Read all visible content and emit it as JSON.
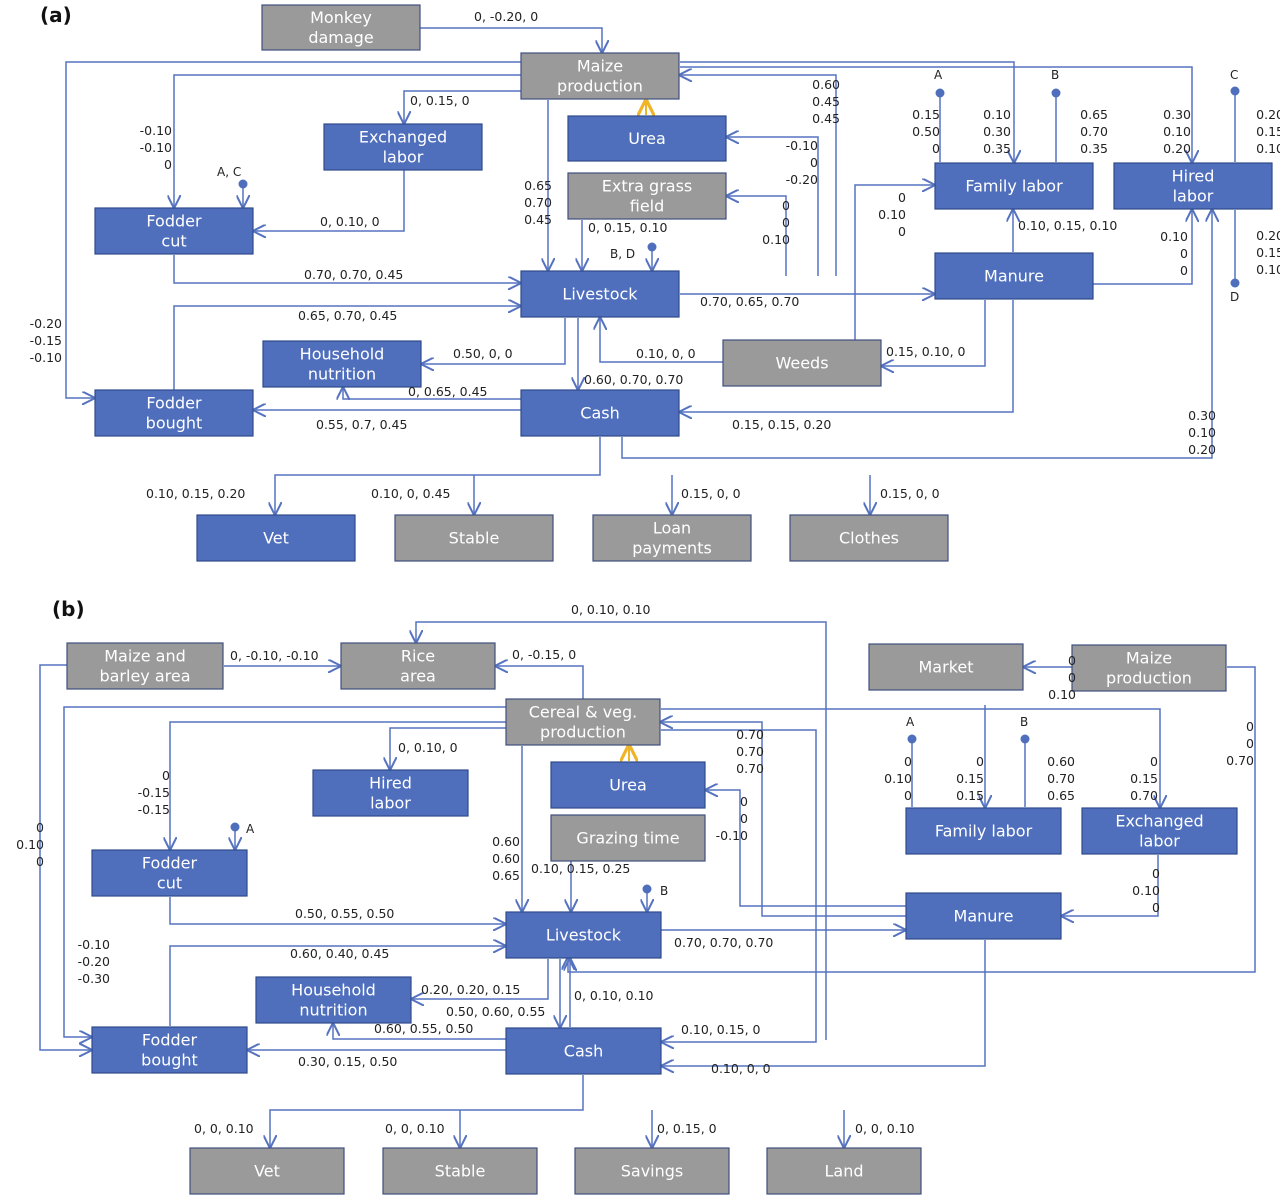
{
  "colors": {
    "blue_node": "#4f6fbd",
    "gray_node": "#9a9a9a",
    "edge": "#5673c0",
    "urea_link": "#f0b429"
  },
  "panels": [
    {
      "id": "a",
      "label": "(a)",
      "nodes": [
        {
          "id": "monkey",
          "label": [
            "Monkey",
            "damage"
          ],
          "color": "gray"
        },
        {
          "id": "maize",
          "label": [
            "Maize",
            "production"
          ],
          "color": "gray"
        },
        {
          "id": "urea",
          "label": [
            "Urea"
          ],
          "color": "blue"
        },
        {
          "id": "grass",
          "label": [
            "Extra grass",
            "field"
          ],
          "color": "gray"
        },
        {
          "id": "exlabor",
          "label": [
            "Exchanged",
            "labor"
          ],
          "color": "blue"
        },
        {
          "id": "foddercut",
          "label": [
            "Fodder",
            "cut"
          ],
          "color": "blue"
        },
        {
          "id": "livestock",
          "label": [
            "Livestock"
          ],
          "color": "blue"
        },
        {
          "id": "family",
          "label": [
            "Family labor"
          ],
          "color": "blue"
        },
        {
          "id": "hired",
          "label": [
            "Hired",
            "labor"
          ],
          "color": "blue"
        },
        {
          "id": "manure",
          "label": [
            "Manure"
          ],
          "color": "blue"
        },
        {
          "id": "hhnut",
          "label": [
            "Household",
            "nutrition"
          ],
          "color": "blue"
        },
        {
          "id": "weeds",
          "label": [
            "Weeds"
          ],
          "color": "gray"
        },
        {
          "id": "fodderbought",
          "label": [
            "Fodder",
            "bought"
          ],
          "color": "blue"
        },
        {
          "id": "cash",
          "label": [
            "Cash"
          ],
          "color": "blue"
        },
        {
          "id": "vet",
          "label": [
            "Vet"
          ],
          "color": "blue"
        },
        {
          "id": "stable",
          "label": [
            "Stable"
          ],
          "color": "gray"
        },
        {
          "id": "loan",
          "label": [
            "Loan",
            "payments"
          ],
          "color": "gray"
        },
        {
          "id": "clothes",
          "label": [
            "Clothes"
          ],
          "color": "gray"
        }
      ],
      "edge_labels": [
        {
          "id": "monkey-maize",
          "text": [
            "0, -0.20, 0"
          ]
        },
        {
          "id": "maize-exlabor",
          "text": [
            "0, 0.15, 0"
          ]
        },
        {
          "id": "maize-foddercut",
          "text": [
            "-0.10",
            "-0.10",
            "0"
          ]
        },
        {
          "id": "exlabor-foddercut",
          "text": [
            "0, 0.10, 0"
          ]
        },
        {
          "id": "maize-livestock",
          "text": [
            "0.65",
            "0.70",
            "0.45"
          ]
        },
        {
          "id": "manure-maize",
          "text": [
            "0.60",
            "0.45",
            "0.45"
          ]
        },
        {
          "id": "manure-urea",
          "text": [
            "-0.10",
            "0",
            "-0.20"
          ]
        },
        {
          "id": "manure-grass",
          "text": [
            "0",
            "0",
            "0.10"
          ]
        },
        {
          "id": "grass-livestock",
          "text": [
            "0, 0.15, 0.10"
          ]
        },
        {
          "id": "weeds-family",
          "text": [
            "0",
            "0.10",
            "0"
          ]
        },
        {
          "id": "A-family",
          "text": [
            "0.15",
            "0.50",
            "0"
          ]
        },
        {
          "id": "maize-family",
          "text": [
            "0.10",
            "0.30",
            "0.35"
          ]
        },
        {
          "id": "B-family",
          "text": [
            "0.65",
            "0.70",
            "0.35"
          ]
        },
        {
          "id": "maize-hired",
          "text": [
            "0.30",
            "0.10",
            "0.20"
          ]
        },
        {
          "id": "C-hired",
          "text": [
            "0.20",
            "0.15",
            "0.10"
          ]
        },
        {
          "id": "manure-family",
          "text": [
            "0.10, 0.15, 0.10"
          ]
        },
        {
          "id": "manure-hired",
          "text": [
            "0.10",
            "0",
            "0"
          ]
        },
        {
          "id": "hired-D",
          "text": [
            "0.20",
            "0.15",
            "0.10"
          ]
        },
        {
          "id": "foddercut-livestock",
          "text": [
            "0.70, 0.70, 0.45"
          ]
        },
        {
          "id": "livestock-manure",
          "text": [
            "0.70, 0.65, 0.70"
          ]
        },
        {
          "id": "fodderbought-livestock",
          "text": [
            "0.65, 0.70, 0.45"
          ]
        },
        {
          "id": "maize-fodderbought",
          "text": [
            "-0.20",
            "-0.15",
            "-0.10"
          ]
        },
        {
          "id": "livestock-hhnut",
          "text": [
            "0.50, 0, 0"
          ]
        },
        {
          "id": "weeds-livestock",
          "text": [
            "0.10, 0, 0"
          ]
        },
        {
          "id": "manure-weeds",
          "text": [
            "0.15, 0.10, 0"
          ]
        },
        {
          "id": "livestock-cash",
          "text": [
            "0.60, 0.70, 0.70"
          ]
        },
        {
          "id": "cash-hhnut",
          "text": [
            "0, 0.65, 0.45"
          ]
        },
        {
          "id": "cash-fodderbought",
          "text": [
            "0.55, 0.7, 0.45"
          ]
        },
        {
          "id": "manure-cash",
          "text": [
            "0.15, 0.15, 0.20"
          ]
        },
        {
          "id": "cash-hired",
          "text": [
            "0.30",
            "0.10",
            "0.20"
          ]
        },
        {
          "id": "cash-vet",
          "text": [
            "0.10, 0.15, 0.20"
          ]
        },
        {
          "id": "cash-stable",
          "text": [
            "0.10, 0, 0.45"
          ]
        },
        {
          "id": "cash-loan",
          "text": [
            "0.15, 0, 0"
          ]
        },
        {
          "id": "cash-clothes",
          "text": [
            "0.15, 0, 0"
          ]
        }
      ],
      "connectors": [
        {
          "id": "A-top",
          "text": "A"
        },
        {
          "id": "B-top",
          "text": "B"
        },
        {
          "id": "C-top",
          "text": "C"
        },
        {
          "id": "D-bottom",
          "text": "D"
        },
        {
          "id": "AC-fodder",
          "text": "A, C"
        },
        {
          "id": "BD-livestock",
          "text": "B, D"
        }
      ]
    },
    {
      "id": "b",
      "label": "(b)",
      "nodes": [
        {
          "id": "maizebarley",
          "label": [
            "Maize and",
            "barley area"
          ],
          "color": "gray"
        },
        {
          "id": "rice",
          "label": [
            "Rice",
            "area"
          ],
          "color": "gray"
        },
        {
          "id": "cereal",
          "label": [
            "Cereal & veg.",
            "production"
          ],
          "color": "gray"
        },
        {
          "id": "market",
          "label": [
            "Market"
          ],
          "color": "gray"
        },
        {
          "id": "maizeprod",
          "label": [
            "Maize",
            "production"
          ],
          "color": "gray"
        },
        {
          "id": "hired",
          "label": [
            "Hired",
            "labor"
          ],
          "color": "blue"
        },
        {
          "id": "urea",
          "label": [
            "Urea"
          ],
          "color": "blue"
        },
        {
          "id": "grazing",
          "label": [
            "Grazing time"
          ],
          "color": "gray"
        },
        {
          "id": "family",
          "label": [
            "Family labor"
          ],
          "color": "blue"
        },
        {
          "id": "exlabor",
          "label": [
            "Exchanged",
            "labor"
          ],
          "color": "blue"
        },
        {
          "id": "foddercut",
          "label": [
            "Fodder",
            "cut"
          ],
          "color": "blue"
        },
        {
          "id": "livestock",
          "label": [
            "Livestock"
          ],
          "color": "blue"
        },
        {
          "id": "manure",
          "label": [
            "Manure"
          ],
          "color": "blue"
        },
        {
          "id": "hhnut",
          "label": [
            "Household",
            "nutrition"
          ],
          "color": "blue"
        },
        {
          "id": "fodderbought",
          "label": [
            "Fodder",
            "bought"
          ],
          "color": "blue"
        },
        {
          "id": "cash",
          "label": [
            "Cash"
          ],
          "color": "blue"
        },
        {
          "id": "vet",
          "label": [
            "Vet"
          ],
          "color": "gray"
        },
        {
          "id": "stable",
          "label": [
            "Stable"
          ],
          "color": "gray"
        },
        {
          "id": "savings",
          "label": [
            "Savings"
          ],
          "color": "gray"
        },
        {
          "id": "land",
          "label": [
            "Land"
          ],
          "color": "gray"
        }
      ],
      "edge_labels": [
        {
          "id": "cash-rice",
          "text": [
            "0, 0.10, 0.10"
          ]
        },
        {
          "id": "maizebarley-rice",
          "text": [
            "0, -0.10, -0.10"
          ]
        },
        {
          "id": "cereal-rice",
          "text": [
            "0, -0.15, 0"
          ]
        },
        {
          "id": "maizeprod-market",
          "text": [
            "0",
            "0",
            "0.10"
          ]
        },
        {
          "id": "cereal-hired",
          "text": [
            "0, 0.10, 0"
          ]
        },
        {
          "id": "manure-cereal",
          "text": [
            "0.70",
            "0.70",
            "0.70"
          ]
        },
        {
          "id": "manure-urea",
          "text": [
            "0",
            "0",
            "-0.10"
          ]
        },
        {
          "id": "cereal-foddercut",
          "text": [
            "0",
            "-0.15",
            "-0.15"
          ]
        },
        {
          "id": "A-family",
          "text": [
            "0",
            "0.10",
            "0"
          ]
        },
        {
          "id": "cereal-family",
          "text": [
            "0",
            "0.15",
            "0.15"
          ]
        },
        {
          "id": "B-family",
          "text": [
            "0.60",
            "0.70",
            "0.65"
          ]
        },
        {
          "id": "cereal-exlabor",
          "text": [
            "0",
            "0.15",
            "0.70"
          ]
        },
        {
          "id": "maizeprod-livestock",
          "text": [
            "0",
            "0",
            "0.70"
          ]
        },
        {
          "id": "maizebarley-fodderbought",
          "text": [
            "0",
            "0.10",
            "0"
          ]
        },
        {
          "id": "cereal-livestock",
          "text": [
            "0.60",
            "0.60",
            "0.65"
          ]
        },
        {
          "id": "grazing-livestock",
          "text": [
            "0.10, 0.15, 0.25"
          ]
        },
        {
          "id": "exlabor-manure",
          "text": [
            "0",
            "0.10",
            "0"
          ]
        },
        {
          "id": "foddercut-livestock",
          "text": [
            "0.50, 0.55, 0.50"
          ]
        },
        {
          "id": "livestock-manure",
          "text": [
            "0.70, 0.70, 0.70"
          ]
        },
        {
          "id": "fodderbought-livestock",
          "text": [
            "0.60, 0.40, 0.45"
          ]
        },
        {
          "id": "cereal-fodderbought",
          "text": [
            "-0.10",
            "-0.20",
            "-0.30"
          ]
        },
        {
          "id": "livestock-hhnut",
          "text": [
            "0.20, 0.20, 0.15"
          ]
        },
        {
          "id": "cash-livestock",
          "text": [
            "0, 0.10, 0.10"
          ]
        },
        {
          "id": "livestock-cash",
          "text": [
            "0.50, 0.60, 0.55"
          ]
        },
        {
          "id": "cash-hhnut",
          "text": [
            "0.60, 0.55, 0.50"
          ]
        },
        {
          "id": "cereal-cash",
          "text": [
            "0.10, 0.15, 0"
          ]
        },
        {
          "id": "cash-fodderbought",
          "text": [
            "0.30, 0.15, 0.50"
          ]
        },
        {
          "id": "manure-cash",
          "text": [
            "0.10, 0, 0"
          ]
        },
        {
          "id": "cash-vet",
          "text": [
            "0, 0, 0.10"
          ]
        },
        {
          "id": "cash-stable",
          "text": [
            "0, 0, 0.10"
          ]
        },
        {
          "id": "cash-savings",
          "text": [
            "0, 0.15, 0"
          ]
        },
        {
          "id": "cash-land",
          "text": [
            "0, 0, 0.10"
          ]
        }
      ],
      "connectors": [
        {
          "id": "A-top",
          "text": "A"
        },
        {
          "id": "B-top",
          "text": "B"
        },
        {
          "id": "A-fodder",
          "text": "A"
        },
        {
          "id": "B-livestock",
          "text": "B"
        }
      ]
    }
  ]
}
